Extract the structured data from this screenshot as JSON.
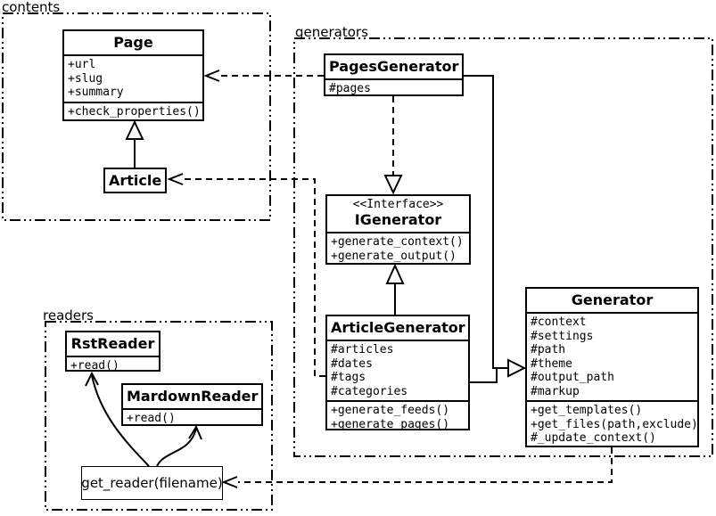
{
  "colors": {
    "line": "#000000",
    "background": "#ffffff",
    "box_fill": "#ffffff"
  },
  "packages": {
    "contents": {
      "label": "contents"
    },
    "generators": {
      "label": "generators"
    },
    "readers": {
      "label": "readers"
    }
  },
  "classes": {
    "page": {
      "title": "Page",
      "attributes": [
        "+url",
        "+slug",
        "+summary"
      ],
      "methods": [
        "+check_properties()"
      ]
    },
    "article": {
      "title": "Article"
    },
    "pages_generator": {
      "title": "PagesGenerator",
      "attributes": [
        "#pages"
      ]
    },
    "igenerator": {
      "stereotype": "<<Interface>>",
      "title": "IGenerator",
      "methods": [
        "+generate_context()",
        "+generate_output()"
      ]
    },
    "article_generator": {
      "title": "ArticleGenerator",
      "attributes": [
        "#articles",
        "#dates",
        "#tags",
        "#categories"
      ],
      "methods": [
        "+generate_feeds()",
        "+generate_pages()"
      ]
    },
    "generator": {
      "title": "Generator",
      "attributes": [
        "#context",
        "#settings",
        "#path",
        "#theme",
        "#output_path",
        "#markup"
      ],
      "methods": [
        "+get_templates()",
        "+get_files(path,exclude)",
        "#_update_context()"
      ]
    },
    "rst_reader": {
      "title": "RstReader",
      "methods": [
        "+read()"
      ]
    },
    "mardown_reader": {
      "title": "MardownReader",
      "methods": [
        "+read()"
      ]
    },
    "get_reader": {
      "title": "get_reader(filename)"
    }
  },
  "relationships": [
    {
      "from": "Article",
      "to": "Page",
      "type": "inheritance"
    },
    {
      "from": "PagesGenerator",
      "to": "Page",
      "type": "dependency"
    },
    {
      "from": "PagesGenerator",
      "to": "IGenerator",
      "type": "realization"
    },
    {
      "from": "PagesGenerator",
      "to": "Generator",
      "type": "inheritance"
    },
    {
      "from": "ArticleGenerator",
      "to": "IGenerator",
      "type": "inheritance"
    },
    {
      "from": "ArticleGenerator",
      "to": "Generator",
      "type": "inheritance"
    },
    {
      "from": "ArticleGenerator",
      "to": "Article",
      "type": "dependency"
    },
    {
      "from": "Generator",
      "to": "get_reader(filename)",
      "type": "dependency"
    },
    {
      "from": "get_reader(filename)",
      "to": "RstReader",
      "type": "arrow"
    },
    {
      "from": "get_reader(filename)",
      "to": "MardownReader",
      "type": "arrow"
    }
  ]
}
